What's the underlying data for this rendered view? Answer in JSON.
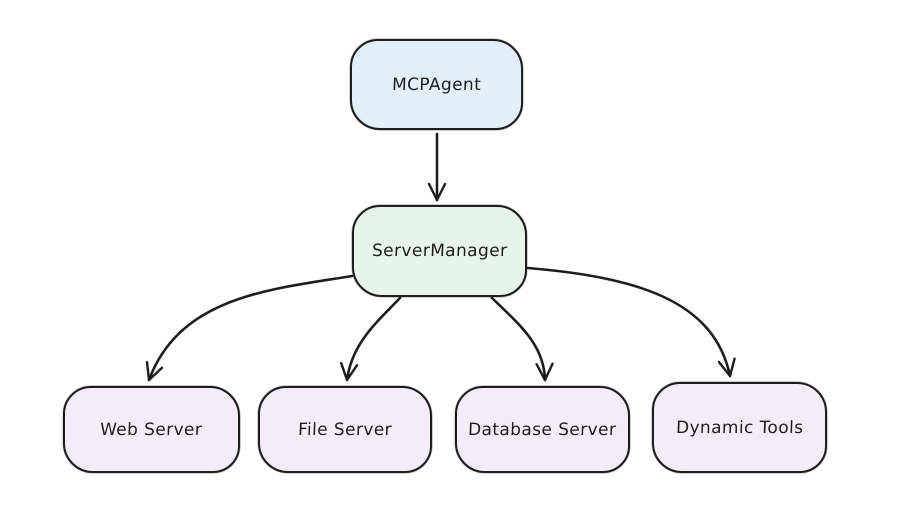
{
  "diagram": {
    "type": "flowchart",
    "style": "hand-drawn",
    "background_color": "#ffffff",
    "stroke_color": "#1e1e1e",
    "nodes": [
      {
        "id": "mcp-agent",
        "label": "MCPAgent",
        "fill": "#e2effa"
      },
      {
        "id": "server-manager",
        "label": "ServerManager",
        "fill": "#e6f5e7"
      },
      {
        "id": "web-server",
        "label": "Web Server",
        "fill": "#f4edf9"
      },
      {
        "id": "file-server",
        "label": "File Server",
        "fill": "#f4edf9"
      },
      {
        "id": "database-server",
        "label": "Database Server",
        "fill": "#f4edf9"
      },
      {
        "id": "dynamic-tools",
        "label": "Dynamic Tools",
        "fill": "#f4edf9"
      }
    ],
    "edges": [
      {
        "from": "MCPAgent",
        "to": "ServerManager",
        "arrow": "open-v"
      },
      {
        "from": "ServerManager",
        "to": "Web Server",
        "arrow": "open-v"
      },
      {
        "from": "ServerManager",
        "to": "File Server",
        "arrow": "open-v"
      },
      {
        "from": "ServerManager",
        "to": "Database Server",
        "arrow": "open-v"
      },
      {
        "from": "ServerManager",
        "to": "Dynamic Tools",
        "arrow": "open-v"
      }
    ]
  }
}
